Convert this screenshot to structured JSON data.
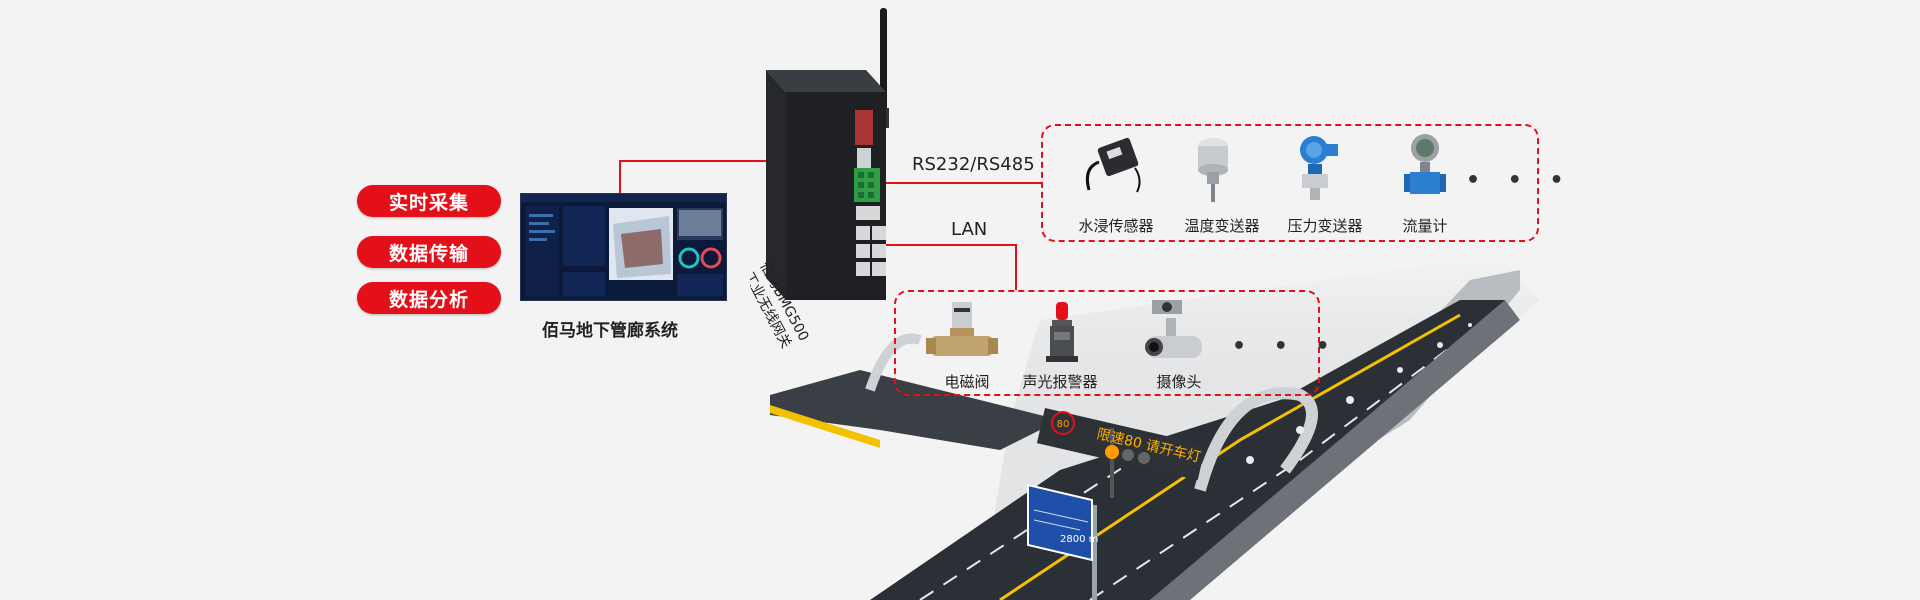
{
  "features": [
    "实时采集",
    "数据传输",
    "数据分析"
  ],
  "platform": {
    "caption": "佰马地下管廊系统"
  },
  "gateway": {
    "line1": "佰马BMG500",
    "line2": "工业无线网关"
  },
  "interfaces": {
    "serial": "RS232/RS485",
    "lan": "LAN"
  },
  "serial_devices": [
    {
      "label": "水浸传感器",
      "icon": "water-leak-sensor-icon"
    },
    {
      "label": "温度变送器",
      "icon": "temperature-transmitter-icon"
    },
    {
      "label": "压力变送器",
      "icon": "pressure-transmitter-icon"
    },
    {
      "label": "流量计",
      "icon": "flow-meter-icon"
    }
  ],
  "lan_devices": [
    {
      "label": "电磁阀",
      "icon": "solenoid-valve-icon"
    },
    {
      "label": "声光报警器",
      "icon": "sound-light-alarm-icon"
    },
    {
      "label": "摄像头",
      "icon": "camera-icon"
    }
  ],
  "ellipsis": "• • •",
  "tunnel": {
    "speed_limit_badge": "80",
    "led_sign_text": "限速80  请开车灯",
    "road_sign_distance": "2800 m"
  },
  "colors": {
    "accent": "#e3101a",
    "road": "#2b2f36",
    "lane_yellow": "#f2c200"
  }
}
